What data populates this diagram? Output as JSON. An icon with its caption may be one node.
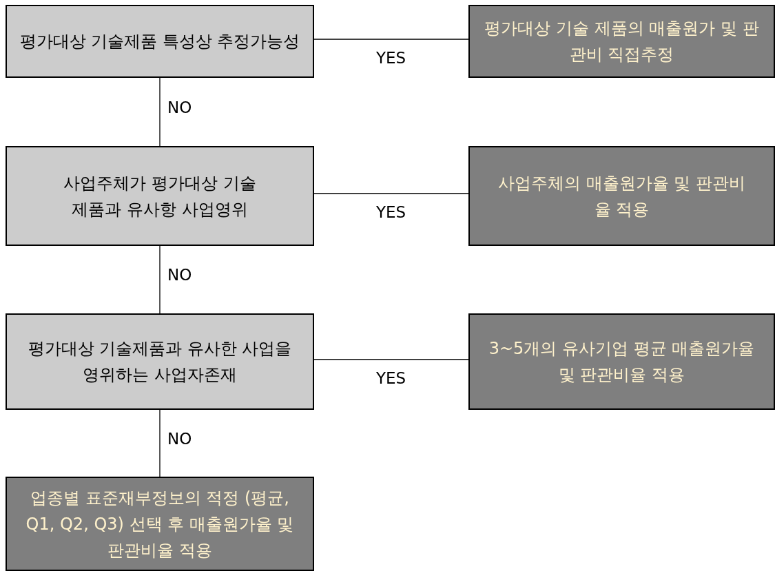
{
  "diagram": {
    "nodes": [
      {
        "text": [
          "평가대상 기술제품 특성상 추정가능성"
        ]
      },
      {
        "text": [
          "평가대상 기술 제품의 매출원가 및 판관비 직접추정"
        ]
      },
      {
        "text": [
          "사업주체가 평가대상 기술제품과 유사항 사업영위"
        ]
      },
      {
        "text": [
          "사업주체의 매출원가율 및 판관비율 적용"
        ]
      },
      {
        "text": [
          "평가대상 기술제품과 유사한 사업을 영위하는 사업자존재"
        ]
      },
      {
        "text": [
          "3~5개의 유사기업 평균 매출원가율 및 판관비율 적용"
        ]
      },
      {
        "text": [
          "업종별 표준재부정보의 적정 (평균, Q1, Q2, Q3) 선택 후 매출원가율 및 판관비율 적용"
        ]
      }
    ],
    "edges": [
      {
        "from": 0,
        "to": 1,
        "arrow": "none",
        "label": "YES"
      },
      {
        "from": 0,
        "to": 2,
        "arrow": "none",
        "label": "NO"
      },
      {
        "from": 2,
        "to": 3,
        "arrow": "none",
        "label": "YES"
      },
      {
        "from": 2,
        "to": 4,
        "arrow": "none",
        "label": "NO"
      },
      {
        "from": 4,
        "to": 5,
        "arrow": "none",
        "label": "YES"
      },
      {
        "from": 4,
        "to": 6,
        "arrow": "none",
        "label": "NO"
      }
    ]
  }
}
